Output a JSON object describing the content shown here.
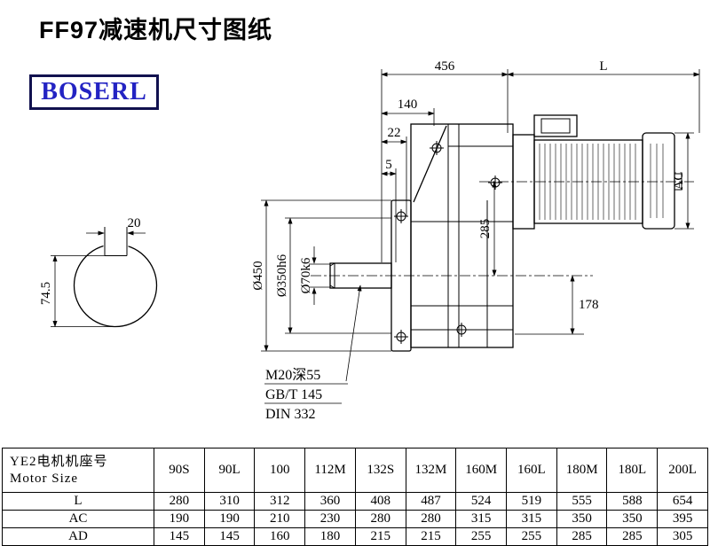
{
  "page": {
    "title": "FF97减速机尺寸图纸"
  },
  "logo": {
    "text": "BOSERL"
  },
  "drawing": {
    "dim_456": "456",
    "dim_L": "L",
    "dim_140": "140",
    "dim_22": "22",
    "dim_5": "5",
    "dim_AC": "AC",
    "dim_285": "285",
    "dim_178": "178",
    "dia_flange": "Ø450",
    "dia_spigot": "Ø350h6",
    "dia_shaft": "Ø70k6",
    "key_width": "20",
    "section_height": "74.5",
    "tap_spec": "M20深55",
    "tap_std_1": "GB/T 145",
    "tap_std_2": "DIN 332"
  },
  "table": {
    "header_cn": "YE2电机机座号",
    "header_en": "Motor Size",
    "columns": [
      "90S",
      "90L",
      "100",
      "112M",
      "132S",
      "132M",
      "160M",
      "160L",
      "180M",
      "180L",
      "200L"
    ],
    "rows": [
      {
        "label": "L",
        "values": [
          "280",
          "310",
          "312",
          "360",
          "408",
          "487",
          "524",
          "519",
          "555",
          "588",
          "654"
        ]
      },
      {
        "label": "AC",
        "values": [
          "190",
          "190",
          "210",
          "230",
          "280",
          "280",
          "315",
          "315",
          "350",
          "350",
          "395"
        ]
      },
      {
        "label": "AD",
        "values": [
          "145",
          "145",
          "160",
          "180",
          "215",
          "215",
          "255",
          "255",
          "285",
          "285",
          "305"
        ]
      }
    ]
  }
}
